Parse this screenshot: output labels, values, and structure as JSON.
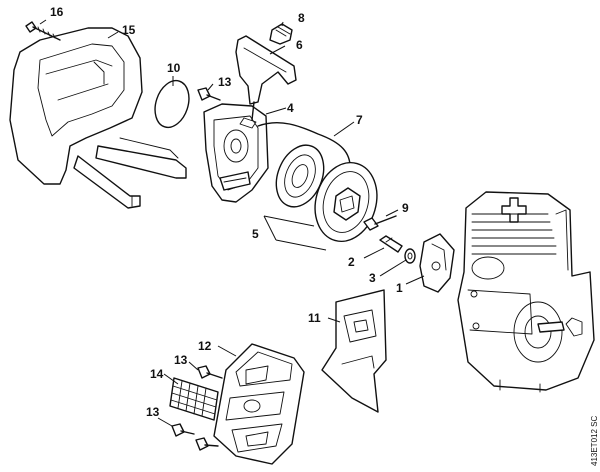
{
  "callouts": {
    "c1": "1",
    "c2": "2",
    "c3": "3",
    "c4": "4",
    "c5": "5",
    "c6": "6",
    "c7": "7",
    "c8": "8",
    "c9": "9",
    "c10": "10",
    "c11": "11",
    "c12": "12",
    "c13a": "13",
    "c13b": "13",
    "c13c": "13",
    "c14": "14",
    "c15": "15",
    "c16": "16"
  },
  "diagram_code": "413ET012 SC",
  "colors": {
    "line": "#111111",
    "background": "#ffffff"
  }
}
